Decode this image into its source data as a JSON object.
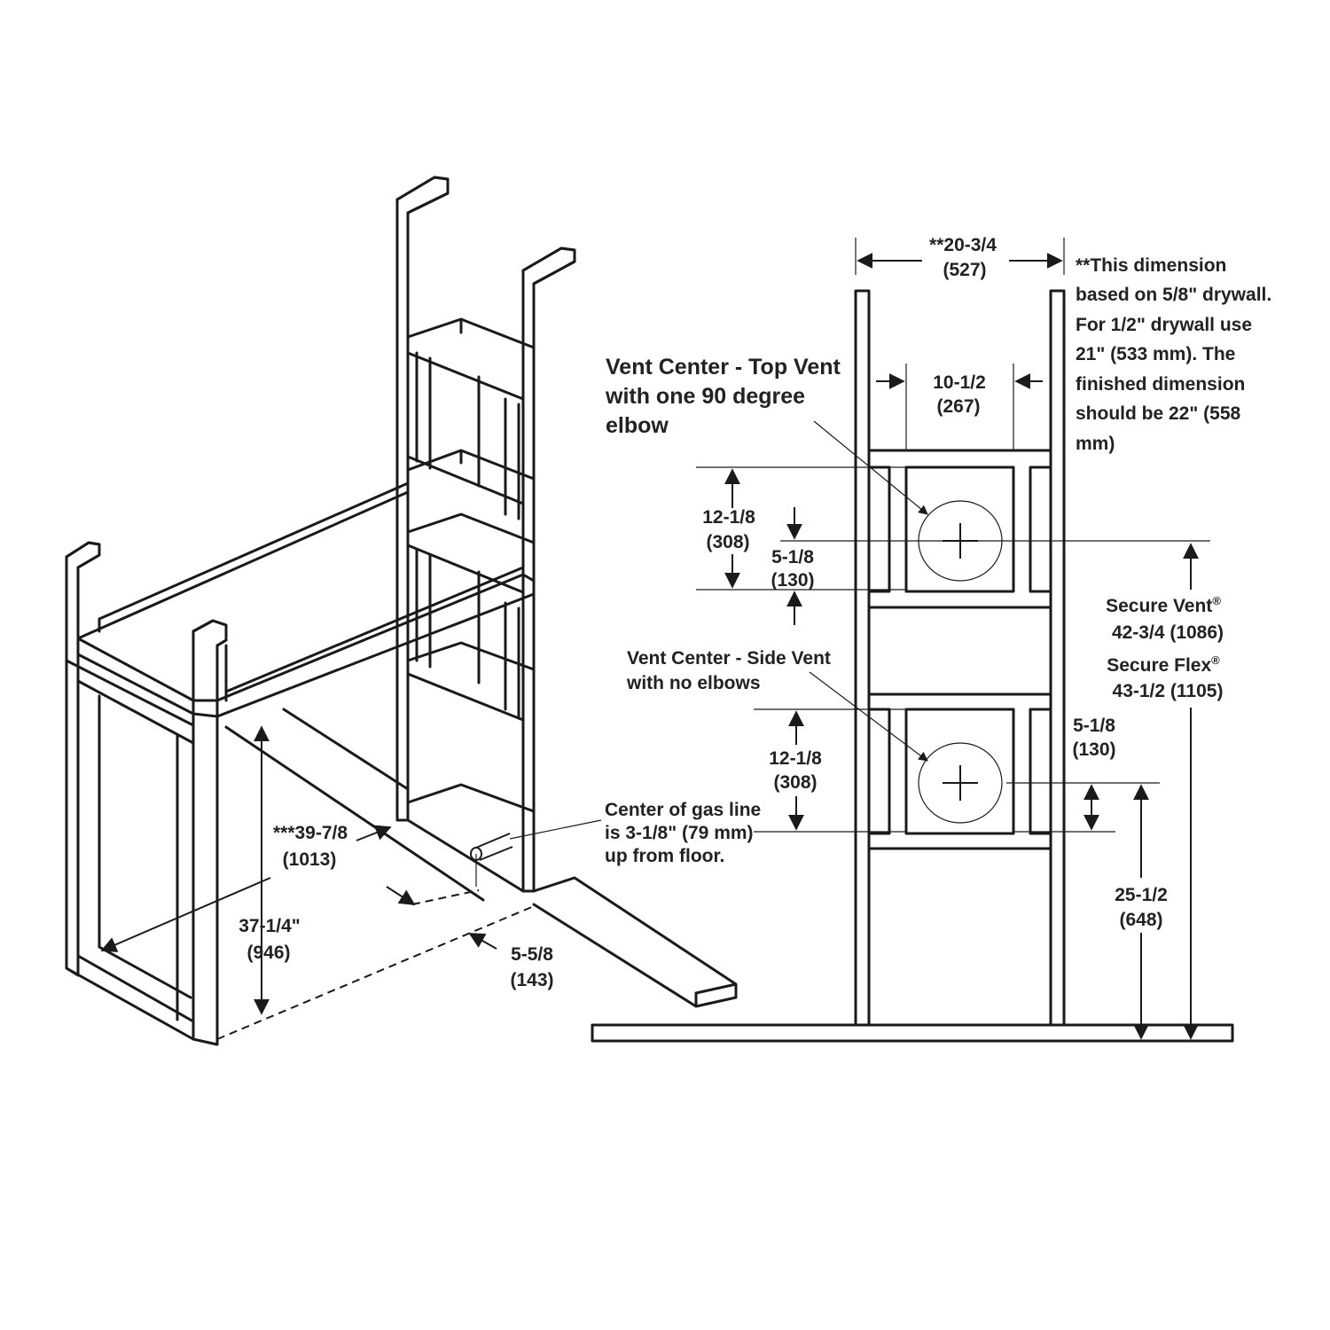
{
  "iso": {
    "d_height": {
      "label": "***39-7/8",
      "mm": "(1013)"
    },
    "d_depth": {
      "label": "37-1/4\"",
      "mm": "(946)"
    },
    "d_gas_offset": {
      "label": "5-5/8",
      "mm": "(143)"
    },
    "gas_note": [
      "Center of gas line",
      "is 3-1/8\" (79 mm)",
      "up from floor."
    ]
  },
  "elev": {
    "d_width": {
      "label": "**20-3/4",
      "mm": "(527)"
    },
    "d_inner": {
      "label": "10-1/2",
      "mm": "(267)"
    },
    "width_note": [
      "**This dimension",
      "based on 5/8\" drywall.",
      "For 1/2\" drywall use",
      "21\" (533 mm). The",
      "finished dimension",
      "should be 22\" (558",
      "mm)"
    ],
    "top_vent_title": [
      "Vent Center - Top Vent",
      "with one 90 degree",
      "elbow"
    ],
    "side_vent_title": [
      "Vent Center - Side Vent",
      "with no elbows"
    ],
    "d_top_box": {
      "label": "12-1/8",
      "mm": "(308)"
    },
    "d_top_offset": {
      "label": "5-1/8",
      "mm": "(130)"
    },
    "d_side_box": {
      "label": "12-1/8",
      "mm": "(308)"
    },
    "d_side_offset": {
      "label": "5-1/8",
      "mm": "(130)"
    },
    "d_side_height": {
      "label": "25-1/2",
      "mm": "(648)"
    },
    "secure_vent": {
      "name": "Secure Vent",
      "mark": "®",
      "value": "42-3/4 (1086)"
    },
    "secure_flex": {
      "name": "Secure Flex",
      "mark": "®",
      "value": "43-1/2 (1105)"
    }
  }
}
